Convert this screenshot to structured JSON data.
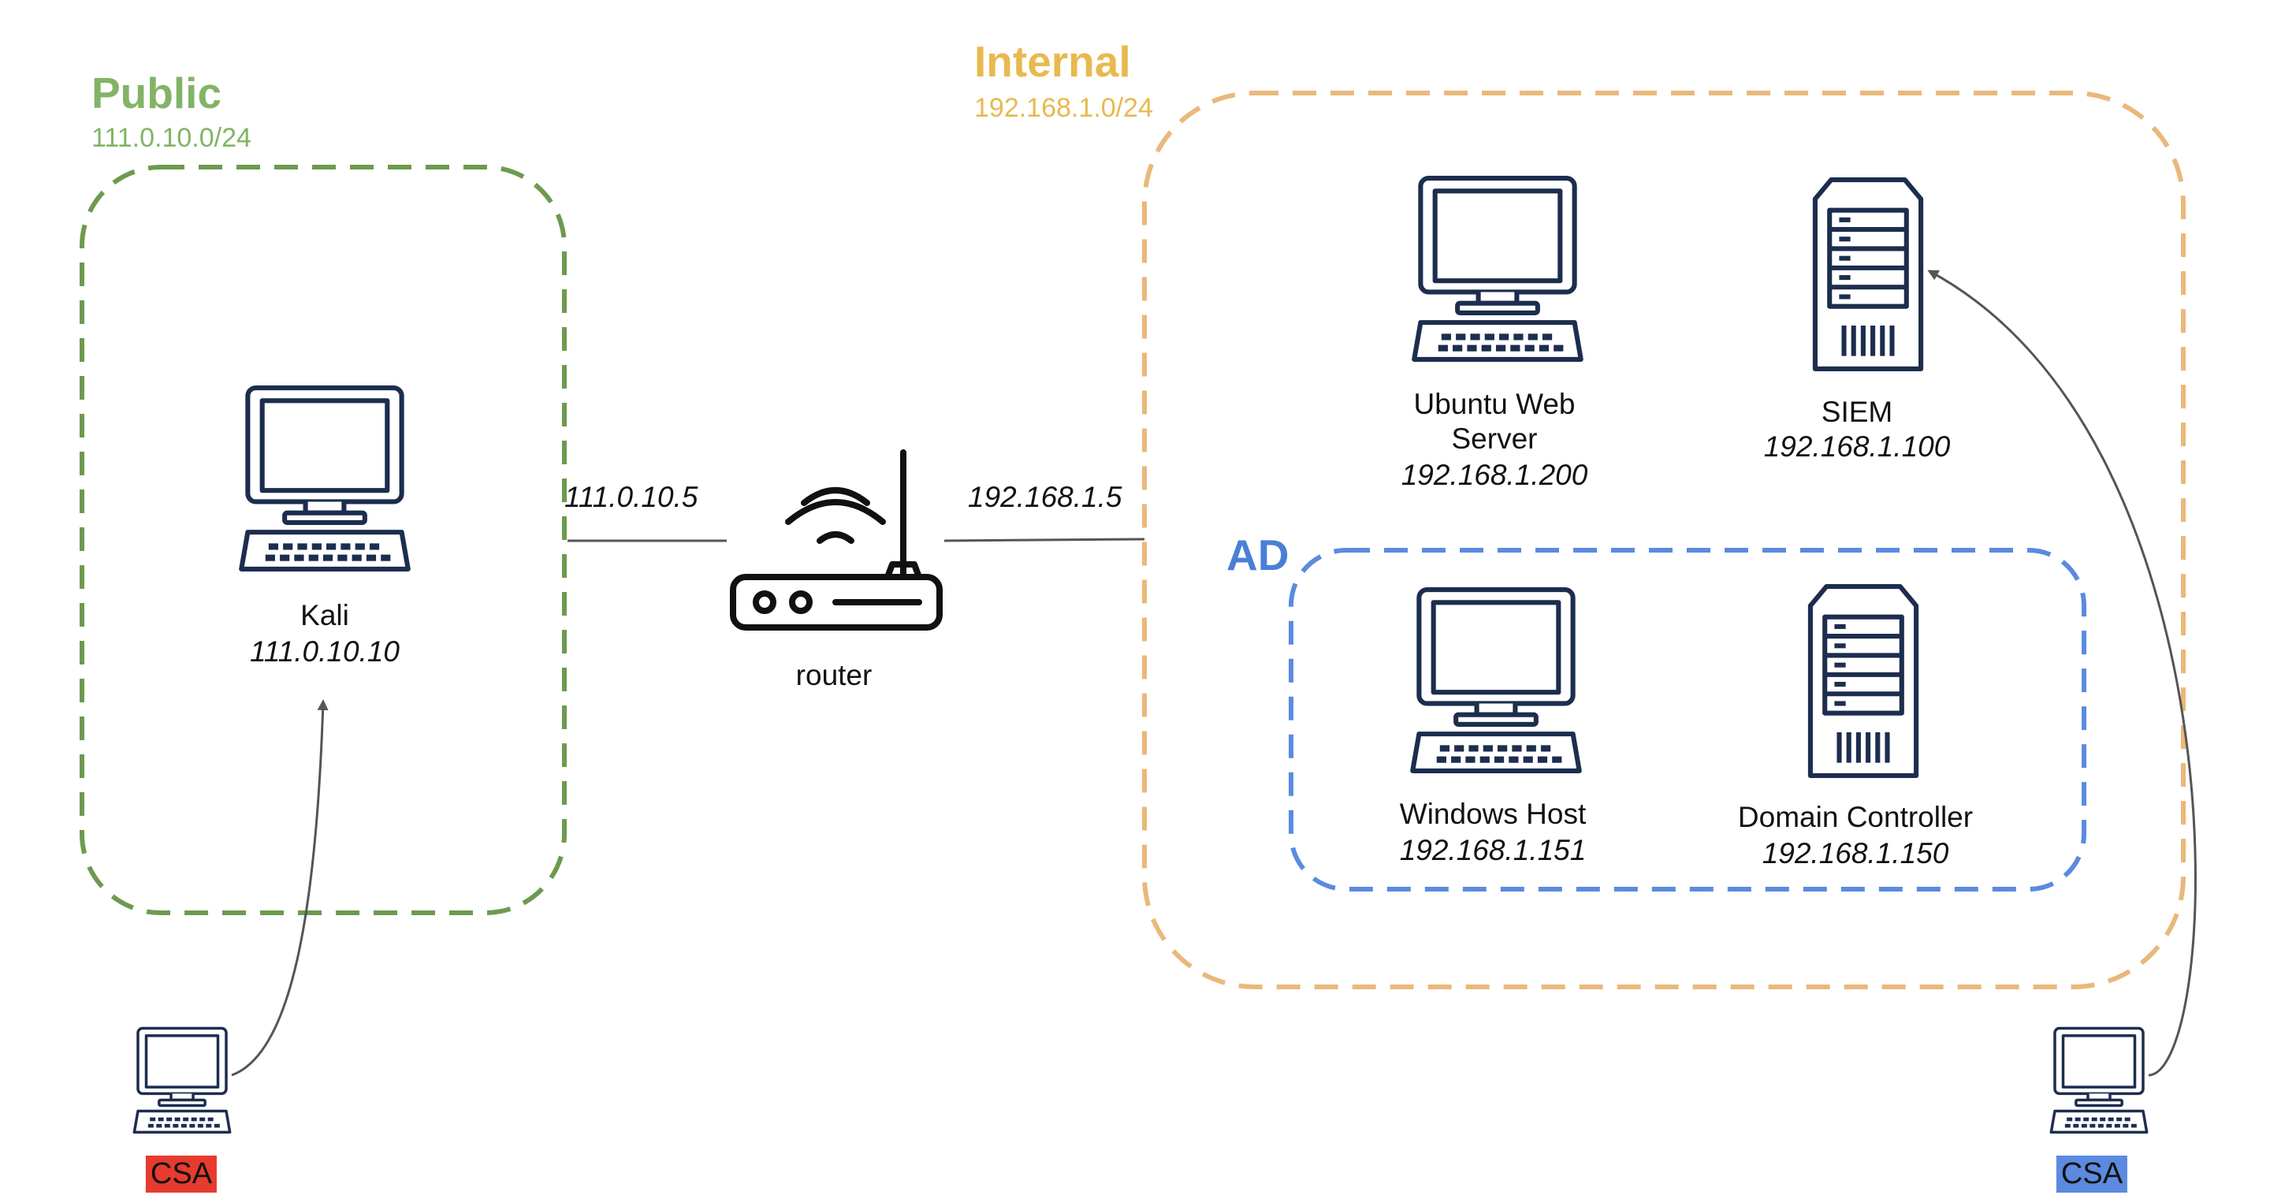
{
  "colors": {
    "public": "#82b366",
    "public_stroke": "#6d9a4f",
    "internal": "#e8b94f",
    "internal_stroke": "#eab87a",
    "ad": "#4a7fd6",
    "ad_stroke": "#5b8ae0",
    "icon_stroke": "#1c2d4f",
    "edge": "#555555",
    "csa_red": "#e63b2e",
    "csa_blue": "#5b8ae0"
  },
  "zones": {
    "public": {
      "title": "Public",
      "cidr": "111.0.10.0/24"
    },
    "internal": {
      "title": "Internal",
      "cidr": "192.168.1.0/24"
    },
    "ad": {
      "title": "AD"
    }
  },
  "nodes": {
    "kali": {
      "name": "Kali",
      "ip": "111.0.10.10",
      "icon": "workstation-icon"
    },
    "router": {
      "name": "router",
      "icon": "router-icon"
    },
    "ubuntu": {
      "name_line1": "Ubuntu Web",
      "name_line2": "Server",
      "ip": "192.168.1.200",
      "icon": "workstation-icon"
    },
    "siem": {
      "name": "SIEM",
      "ip": "192.168.1.100",
      "icon": "server-icon"
    },
    "windows": {
      "name": "Windows Host",
      "ip": "192.168.1.151",
      "icon": "workstation-icon"
    },
    "dc": {
      "name": "Domain Controller",
      "ip": "192.168.1.150",
      "icon": "server-icon"
    },
    "csa_left": {
      "label": "CSA",
      "icon": "workstation-icon"
    },
    "csa_right": {
      "label": "CSA",
      "icon": "workstation-icon"
    }
  },
  "links": {
    "public_side": {
      "ip": "111.0.10.5"
    },
    "internal_side": {
      "ip": "192.168.1.5"
    }
  }
}
